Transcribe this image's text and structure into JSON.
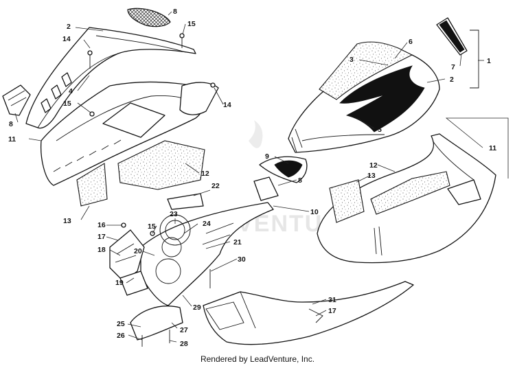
{
  "diagram": {
    "callouts": [
      "1",
      "2",
      "3",
      "4",
      "5",
      "6",
      "7",
      "8",
      "9",
      "10",
      "11",
      "12",
      "13",
      "14",
      "15",
      "16",
      "17",
      "18",
      "19",
      "20",
      "21",
      "22",
      "23",
      "24",
      "25",
      "26",
      "27",
      "28",
      "29",
      "30",
      "31"
    ]
  },
  "watermark": {
    "text": "ADVENTURE"
  },
  "footer": {
    "credit": "Rendered by LeadVenture, Inc."
  }
}
